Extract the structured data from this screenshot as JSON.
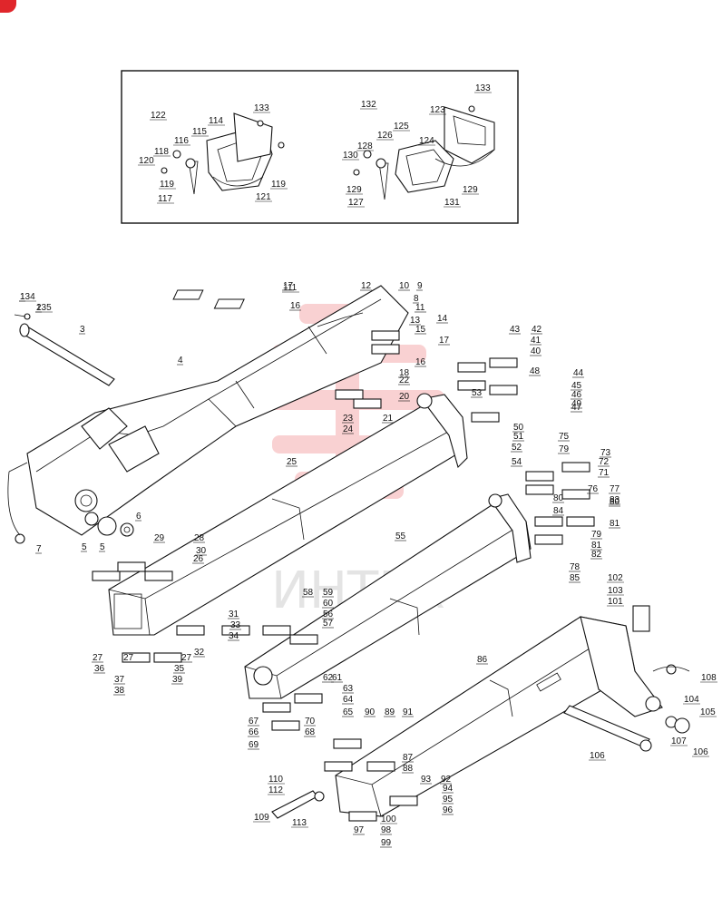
{
  "watermark": {
    "text": "ИНТЕХ",
    "color": "#e63238"
  },
  "inset": {
    "left_group": [
      "122",
      "114",
      "115",
      "116",
      "118",
      "120",
      "119",
      "117",
      "121",
      "119",
      "133"
    ],
    "right_group": [
      "132",
      "123",
      "133",
      "125",
      "126",
      "128",
      "130",
      "124",
      "129",
      "127",
      "131",
      "129"
    ]
  },
  "labels": [
    "1",
    "2",
    "3",
    "4",
    "5",
    "5",
    "6",
    "7",
    "8",
    "9",
    "10",
    "11",
    "12",
    "13",
    "14",
    "15",
    "16",
    "16",
    "17",
    "17",
    "18",
    "20",
    "21",
    "22",
    "23",
    "24",
    "25",
    "26",
    "27",
    "27",
    "27",
    "28",
    "29",
    "30",
    "31",
    "32",
    "33",
    "34",
    "35",
    "36",
    "37",
    "38",
    "39",
    "40",
    "41",
    "42",
    "43",
    "44",
    "45",
    "46",
    "47",
    "48",
    "49",
    "50",
    "51",
    "52",
    "53",
    "54",
    "55",
    "56",
    "57",
    "58",
    "59",
    "60",
    "61",
    "62",
    "63",
    "64",
    "65",
    "66",
    "67",
    "68",
    "69",
    "70",
    "71",
    "72",
    "73",
    "75",
    "76",
    "77",
    "78",
    "79",
    "79",
    "80",
    "80",
    "81",
    "81",
    "82",
    "83",
    "84",
    "85",
    "86",
    "87",
    "88",
    "89",
    "90",
    "91",
    "92",
    "93",
    "94",
    "95",
    "96",
    "97",
    "98",
    "99",
    "100",
    "101",
    "102",
    "103",
    "104",
    "105",
    "106",
    "106",
    "107",
    "108",
    "109",
    "110",
    "111",
    "112",
    "113",
    "134",
    "135"
  ]
}
